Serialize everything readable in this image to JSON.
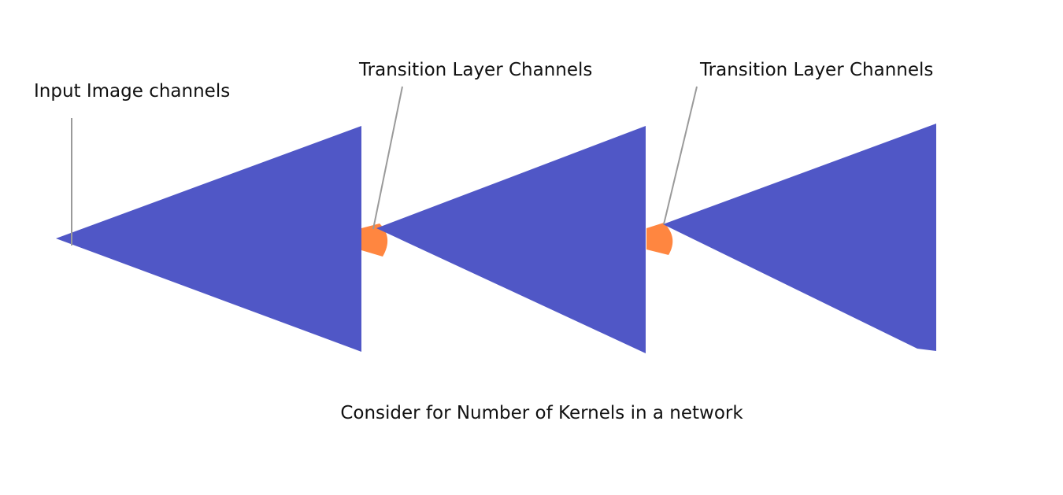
{
  "diagram": {
    "input_label": "Input Image channels",
    "transition_label_1": "Transition Layer Channels",
    "transition_label_2": "Transition Layer Channels",
    "caption": "Consider for Number of Kernels in a network"
  },
  "colors": {
    "triangle_fill": "#5057c6",
    "transition_fill": "#ff8640",
    "leader_line": "#9a9a9a",
    "text": "#111111",
    "background": "#ffffff"
  }
}
